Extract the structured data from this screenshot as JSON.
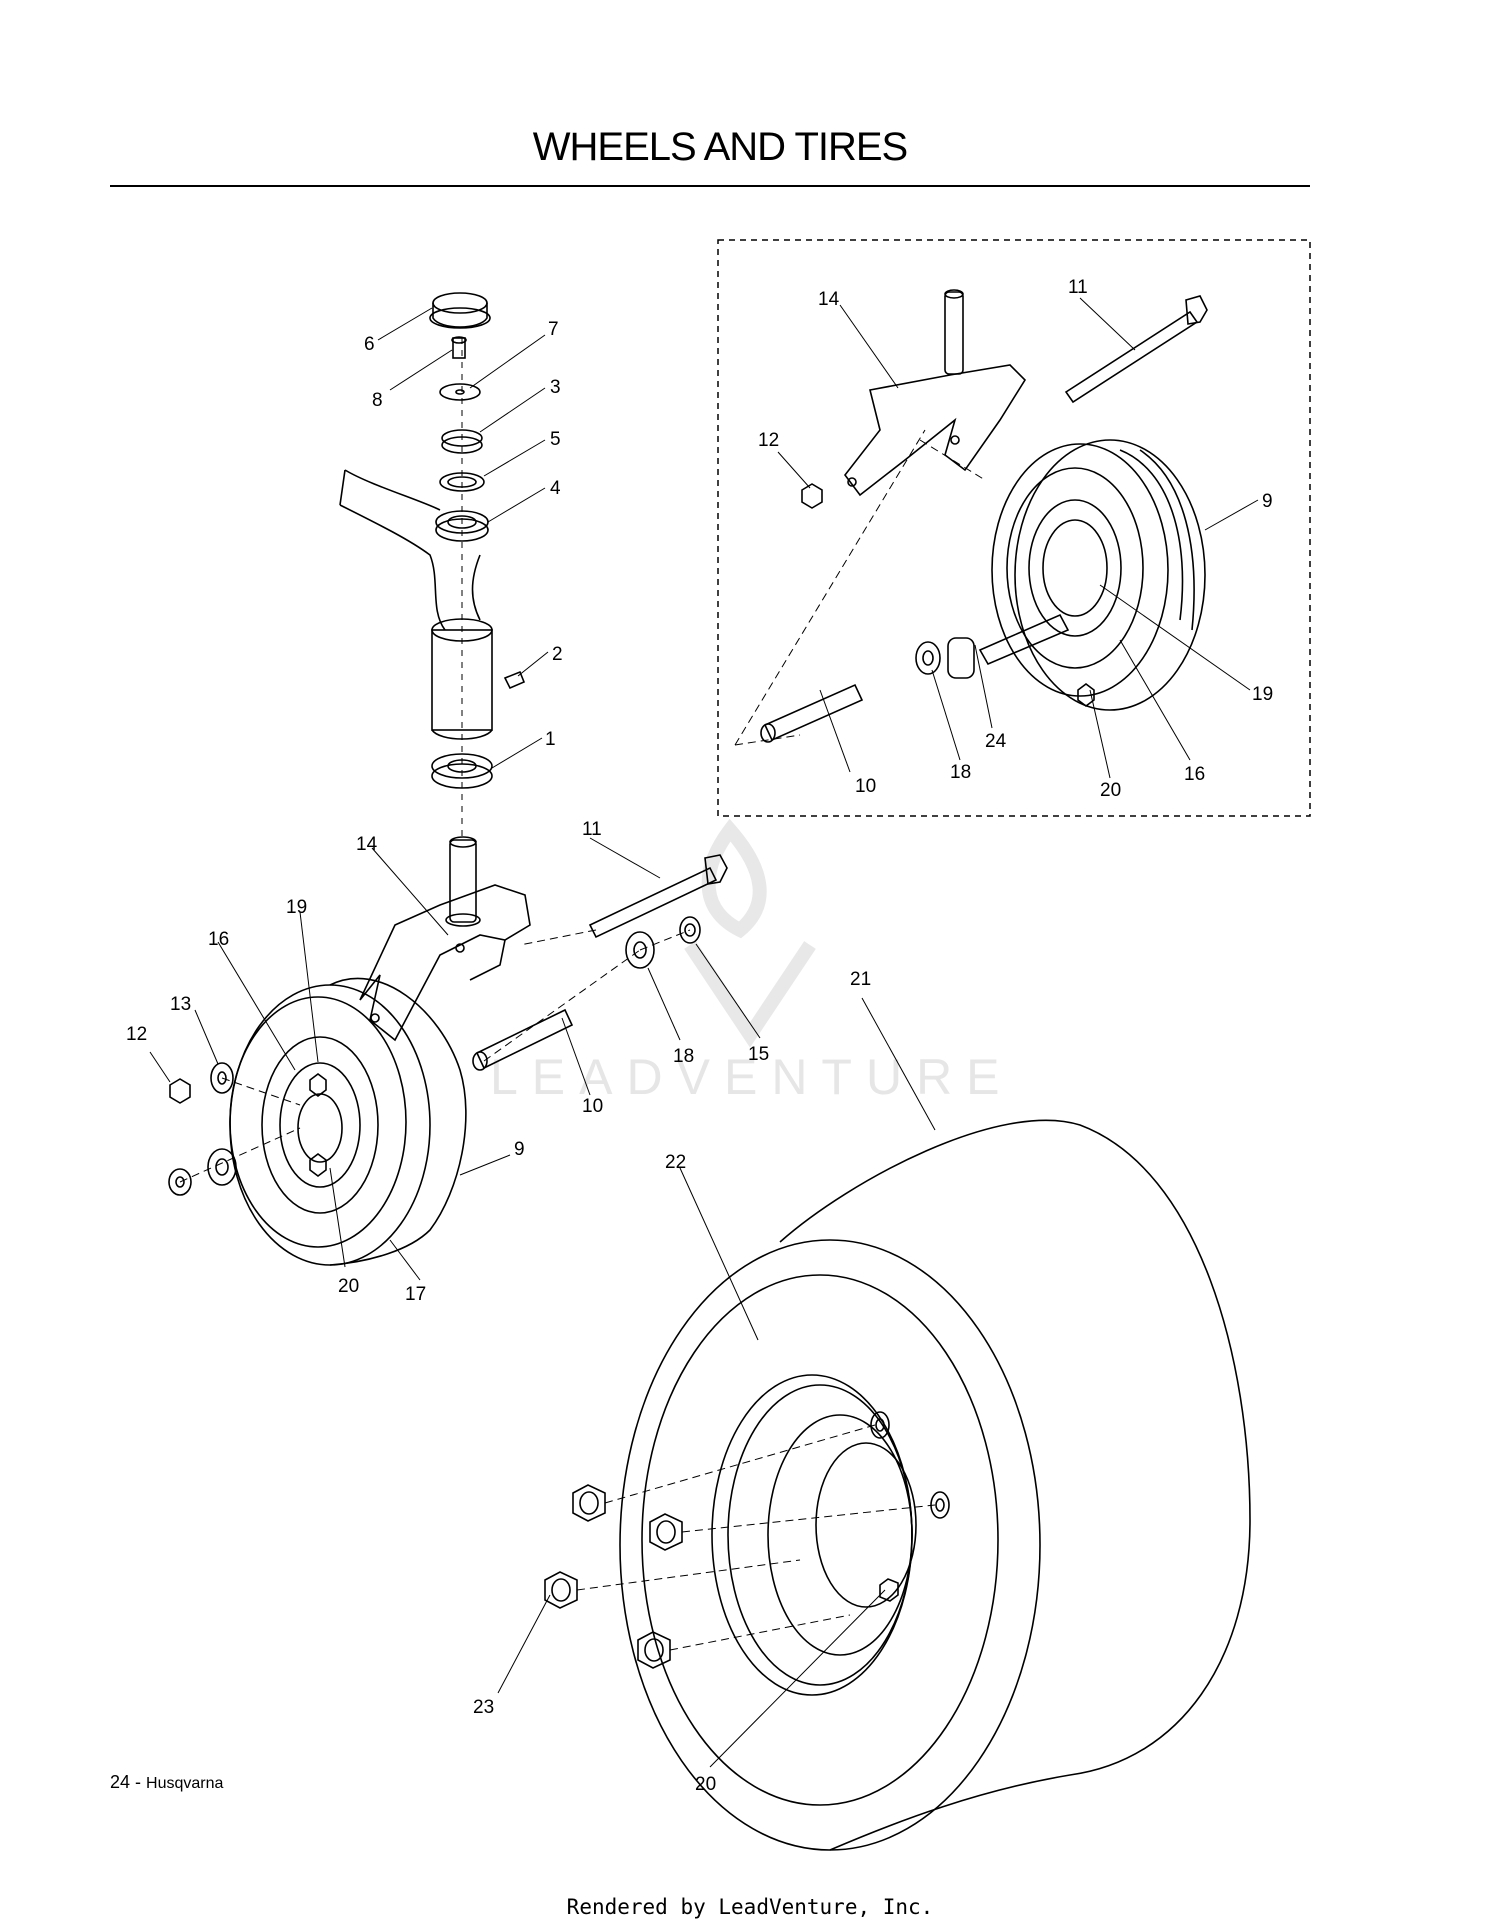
{
  "title": "WHEELS AND TIRES",
  "footer": {
    "page_number": "24",
    "separator": " - ",
    "brand": "Husqvarna"
  },
  "credit": "Rendered by LeadVenture, Inc.",
  "watermark": {
    "text": "LEADVENTURE"
  },
  "callouts": {
    "inset": [
      "14",
      "11",
      "12",
      "9",
      "19",
      "24",
      "10",
      "18",
      "20",
      "16"
    ],
    "caster": [
      "6",
      "7",
      "8",
      "3",
      "5",
      "4",
      "2",
      "1",
      "14",
      "11",
      "19",
      "16",
      "13",
      "12",
      "18",
      "15",
      "10",
      "9",
      "20",
      "17"
    ],
    "drive": [
      "21",
      "22",
      "23",
      "20"
    ]
  }
}
